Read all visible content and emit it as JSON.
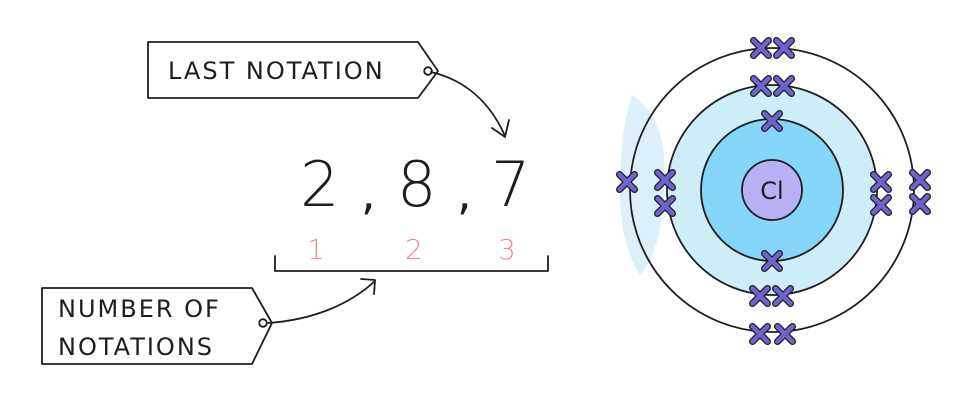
{
  "tags": {
    "last": "LAST NOTATION",
    "number_line1": "NUMBER OF",
    "number_line2": "NOTATIONS"
  },
  "configuration": {
    "digits": [
      "2",
      "8",
      "7"
    ],
    "separators": [
      ",",
      ","
    ],
    "indices": [
      "1",
      "2",
      "3"
    ]
  },
  "atom": {
    "symbol": "Cl",
    "shells": [
      2,
      8,
      7
    ]
  },
  "colors": {
    "outline": "#1e1e1e",
    "index_pink": "#e98b93",
    "electron_fill": "#6f63cf",
    "nucleus_fill": "#b7b0f3",
    "shell_inner_fill": "#86d6f7",
    "shell_middle_fill": "#cdeef7"
  }
}
